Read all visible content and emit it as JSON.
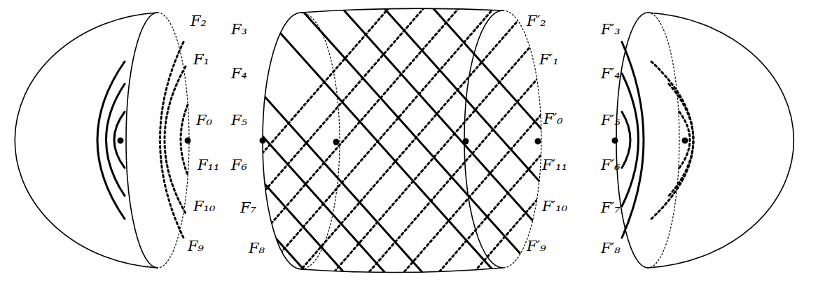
{
  "diagram": {
    "labels": [
      "F₂",
      "F₁",
      "F₀",
      "F₁₁",
      "F₁₀",
      "F₉",
      "F₃",
      "F₄",
      "F₅",
      "F₆",
      "F₇",
      "F₈",
      "F′₂",
      "F′₁",
      "F′₀",
      "F′₁₁",
      "F′₁₀",
      "F′₉",
      "F′₃",
      "F′₄",
      "F′₅",
      "F′₆",
      "F′₇",
      "F′₈"
    ]
  }
}
